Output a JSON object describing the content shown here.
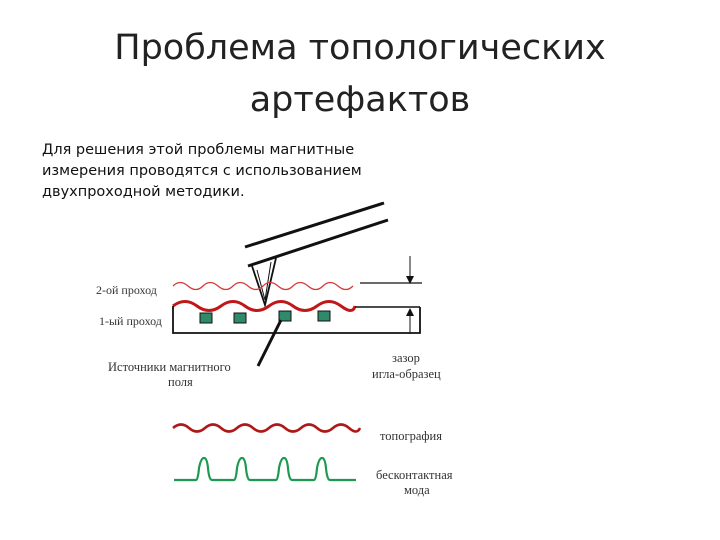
{
  "slide": {
    "title_line1": "Проблема топологических",
    "title_line2": "артефактов",
    "body_line1": "Для решения этой проблемы магнитные",
    "body_line2": "измерения проводятся с использованием",
    "body_line3": "двухпроходной методики."
  },
  "diagram": {
    "label_pass2": "2-ой проход",
    "label_pass1": "1-ый проход",
    "label_sources_1": "Источники магнитного",
    "label_sources_2": "поля",
    "label_gap_1": "зазор",
    "label_gap_2": "игла-образец",
    "label_topography": "топография",
    "label_noncontact_1": "бесконтактная",
    "label_noncontact_2": "мода"
  },
  "colors": {
    "pass2_wave": "#d23c3c",
    "pass1_wave": "#c01818",
    "sources": "#2f8a6a",
    "topography_wave": "#b01818",
    "signal": "#1e9a50",
    "ink": "#111111"
  }
}
